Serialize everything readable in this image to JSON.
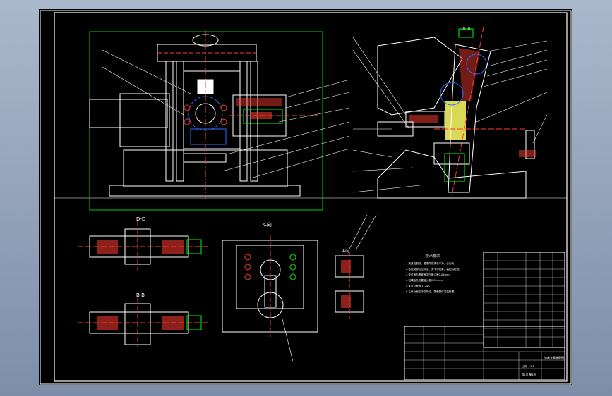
{
  "window": {
    "viewport_bg_top": "#aab8cc",
    "viewport_bg_bottom": "#7d8ea8",
    "sheet_bg": "#000000"
  },
  "colors": {
    "frame": "#ffffff",
    "outline": "#ffffff",
    "hatch": "#ff3b30",
    "center": "#ff3b30",
    "part": "#00ff00",
    "hidden": "#2e6bff",
    "accent": "#ffff66",
    "dim": "#ff66ff"
  },
  "views": {
    "section_aa": "A-A",
    "section_bb": "B-B",
    "view_c": "C向",
    "view_dd": "D-D",
    "view_aux": "A向"
  },
  "technical_requirements": {
    "title": "技术要求",
    "lines": [
      "1.夹具装配前，各零件须清洗干净，去毛刺。",
      "2.各运动部位应灵活，无卡滞现象，装配后检查。",
      "3.定位面与基准面平行度公差0.02mm。",
      "4.钻模板孔位置度公差0.05mm。",
      "5.未注公差按IT12级。",
      "6.工作台面应涂防锈油，表面需作发蓝处理。"
    ]
  },
  "title_block": {
    "drawing_title": "钻床夹具装配图",
    "scale_label": "比例",
    "scale": "1:1",
    "sheet": "共1张 第1张"
  }
}
